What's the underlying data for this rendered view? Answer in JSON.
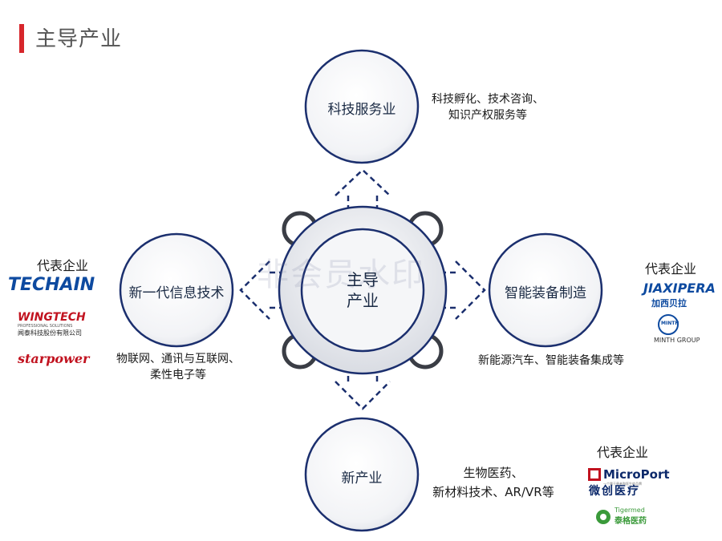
{
  "header": {
    "title": "主导产业"
  },
  "center": {
    "line1": "主导",
    "line2": "产业"
  },
  "watermark": "非会员水印",
  "nodes": {
    "top": {
      "label": "科技服务业",
      "desc_line1": "科技孵化、技术咨询、",
      "desc_line2": "知识产权服务等"
    },
    "left": {
      "label": "新一代信息技术",
      "desc_line1": "物联网、通讯与互联网、",
      "desc_line2": "柔性电子等"
    },
    "right": {
      "label": "智能装备制造",
      "desc_line1": "新能源汽车、智能装备集成等"
    },
    "bottom": {
      "label": "新产业",
      "desc_line1": "生物医药、",
      "desc_line2": "新材料技术、AR/VR等"
    }
  },
  "representative": {
    "left": {
      "heading": "代表企业",
      "logos": {
        "techain": "TECHAIN",
        "wingtech": "WINGTECH",
        "wingtech_sub": "PROFESSIONAL SOLUTIONS",
        "wingtech_cn": "闻泰科技股份有限公司",
        "starpower": "starpower"
      }
    },
    "right": {
      "heading": "代表企业",
      "logos": {
        "jiaxipera": "JIAXIPERA",
        "jiaxipera_cn": "加西贝拉",
        "minth": "MINTH",
        "minth_group": "MINTH GROUP"
      }
    },
    "bottom": {
      "heading": "代表企业",
      "logos": {
        "microport": "MicroPort",
        "microport_sub": "一个属于患者和医生的品牌",
        "microport_cn": "微创医疗",
        "tigermed_en": "Tigermed",
        "tigermed_cn": "泰格医药"
      }
    }
  },
  "colors": {
    "accent_red": "#d7262b",
    "circle_stroke": "#1b2f6e",
    "arrow": "#1b2f6e",
    "circle_fill": "#eef0f4"
  }
}
